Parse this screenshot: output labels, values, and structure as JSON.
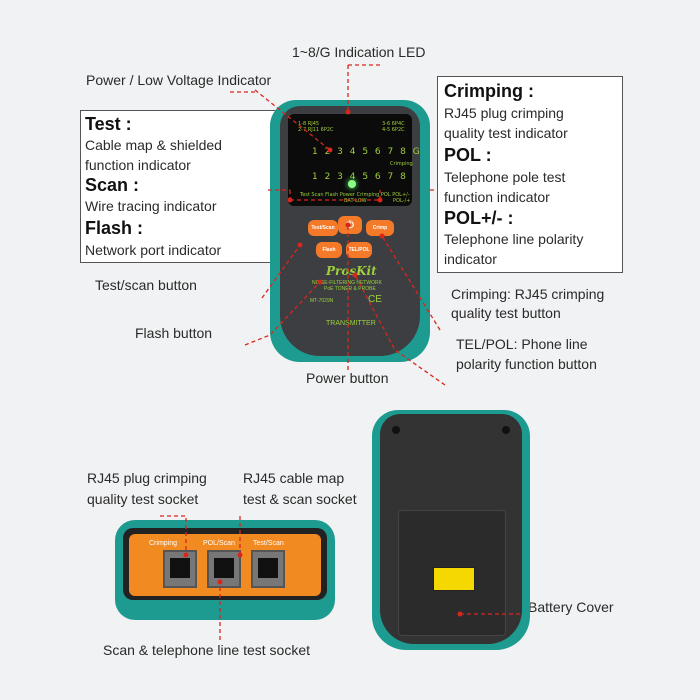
{
  "labels": {
    "led": "1~8/G Indication LED",
    "power_ind": "Power / Low Voltage Indicator",
    "test_scan_btn": "Test/scan button",
    "flash_btn": "Flash button",
    "power_btn": "Power button",
    "crimp_btn": [
      "Crimping: RJ45 crimping",
      "quality test button"
    ],
    "telpol_btn": [
      "TEL/POL: Phone line",
      "polarity function button"
    ],
    "crimp_socket": [
      "RJ45 plug crimping",
      "quality test socket"
    ],
    "map_socket": [
      "RJ45 cable map",
      "test & scan socket"
    ],
    "scan_socket": "Scan & telephone line test socket",
    "battery": "Battery Cover"
  },
  "left_box": {
    "test": "Test :",
    "test_desc": [
      "Cable map & shielded",
      "function indicator"
    ],
    "scan": "Scan :",
    "scan_desc": "Wire tracing indicator",
    "flash": "Flash :",
    "flash_desc": "Network port indicator"
  },
  "right_box": {
    "crimping": "Crimping :",
    "crimping_desc": [
      "RJ45 plug crimping",
      "quality test indicator"
    ],
    "pol": "POL :",
    "pol_desc": [
      "Telephone pole test",
      "function indicator"
    ],
    "polpm": "POL+/- :",
    "polpm_desc": [
      "Telephone line polarity",
      "indicator"
    ]
  },
  "device": {
    "screen": {
      "r1a": "1-8 RJ45",
      "r1b": "2-7 RJ11 6P2C",
      "r1c": "3-6 6P4C",
      "r1d": "4-5 6P2C",
      "row1": "1 2 3 4 5 6 7 8 G",
      "crimping": "Crimping",
      "row2": "1 2 3 4 5 6 7 8",
      "ind": "Test Scan Flash Power Crimping POL POL+/-",
      "bat": "BAT LOW",
      "polr": "POL-/+"
    },
    "buttons": {
      "test": "Test/Scan",
      "power": "⏻",
      "crimp": "Crimp",
      "flash": "Flash",
      "tel": "TEL/POL"
    },
    "brand": "ProsKit",
    "model_desc1": "NOISE-FILTERING NETWORK",
    "model_desc2": "PoE TONER & PROBE",
    "model": "MT-7029N",
    "ce": "CE",
    "transmitter": "TRANSMITTER",
    "sockets": [
      "Crimping",
      "POL/Scan",
      "Test/Scan"
    ]
  }
}
